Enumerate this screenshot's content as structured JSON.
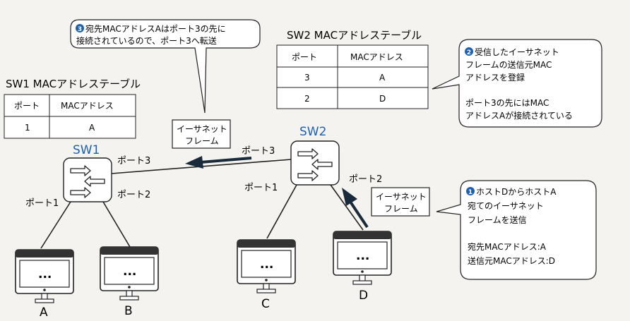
{
  "sw1_table": {
    "title": "SW1 MACアドレステーブル",
    "headers": [
      "ポート",
      "MACアドレス"
    ],
    "rows": [
      [
        "1",
        "A"
      ]
    ]
  },
  "sw2_table": {
    "title": "SW2 MACアドレステーブル",
    "headers": [
      "ポート",
      "MACアドレス"
    ],
    "rows": [
      [
        "3",
        "A"
      ],
      [
        "2",
        "D"
      ]
    ]
  },
  "switches": {
    "sw1": "SW1",
    "sw2": "SW2"
  },
  "ports": {
    "sw1_port3": "ポート3",
    "sw1_port1": "ポート1",
    "sw1_port2": "ポート2",
    "sw2_port3": "ポート3",
    "sw2_port1": "ポート1",
    "sw2_port2": "ポート2"
  },
  "hosts": {
    "a": "A",
    "b": "B",
    "c": "C",
    "d": "D",
    "screen_dots": "..."
  },
  "frames": {
    "top": [
      "イーサネット",
      "フレーム"
    ],
    "right": [
      "イーサネット",
      "フレーム"
    ]
  },
  "callouts": {
    "step3": {
      "num": "3",
      "lines": [
        "宛先MACアドレスAはポート3の先に",
        "接続されているので、ポート3へ転送"
      ]
    },
    "step2": {
      "num": "2",
      "lines": [
        "受信したイーサネット",
        "フレームの送信元MAC",
        "アドレスを登録",
        "",
        "ポート3の先にはMAC",
        "アドレスAが接続されている"
      ]
    },
    "step1": {
      "num": "1",
      "lines": [
        "ホストDからホストA",
        "宛てのイーサネット",
        "フレームを送信",
        "",
        "宛先MACアドレス:A",
        "送信元MACアドレス:D"
      ]
    }
  },
  "colors": {
    "badge": "#1f5fb0",
    "switch_name": "#1f5fb0",
    "box_bg": "#ffffff",
    "line": "#222222"
  }
}
